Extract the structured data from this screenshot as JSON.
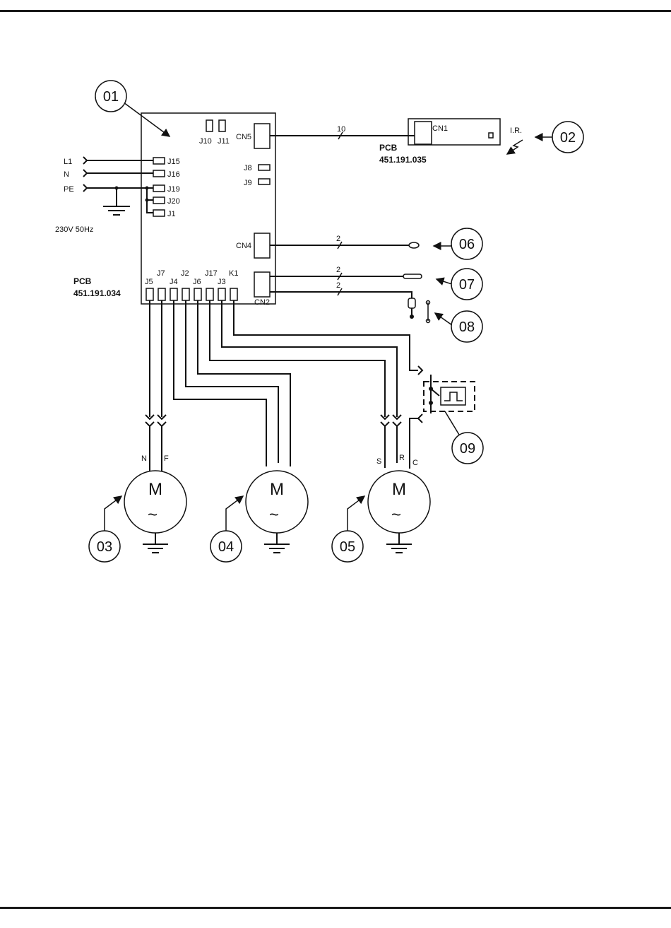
{
  "diagram": {
    "callouts": {
      "c01": "01",
      "c02": "02",
      "c03": "03",
      "c04": "04",
      "c05": "05",
      "c06": "06",
      "c07": "07",
      "c08": "08",
      "c09": "09"
    },
    "main_pcb": {
      "label": "PCB",
      "number": "451.191.034",
      "connectors": {
        "cn5": "CN5",
        "cn4": "CN4",
        "cn2": "CN2",
        "j10": "J10",
        "j11": "J11",
        "j8": "J8",
        "j9": "J9",
        "j15": "J15",
        "j16": "J16",
        "j19": "J19",
        "j20": "J20",
        "j1": "J1",
        "j5": "J5",
        "j7": "J7",
        "j4": "J4",
        "j2": "J2",
        "j6": "J6",
        "j17": "J17",
        "j3": "J3",
        "k1": "K1"
      }
    },
    "ir_pcb": {
      "label": "PCB",
      "number": "451.191.035",
      "connector": "CN1",
      "ir": "I.R."
    },
    "supply": {
      "l1": "L1",
      "n": "N",
      "pe": "PE",
      "voltage": "230V 50Hz"
    },
    "wire_counts": {
      "cn5": "10",
      "cn4": "2",
      "cn2_top": "2",
      "cn2_bottom": "2"
    },
    "motors": {
      "m03": {
        "symbol": "M",
        "wave": "~",
        "term_a": "N",
        "term_b": "F"
      },
      "m04": {
        "symbol": "M",
        "wave": "~"
      },
      "m05": {
        "symbol": "M",
        "wave": "~",
        "term_a": "S",
        "term_b": "R",
        "term_c": "C"
      }
    }
  }
}
